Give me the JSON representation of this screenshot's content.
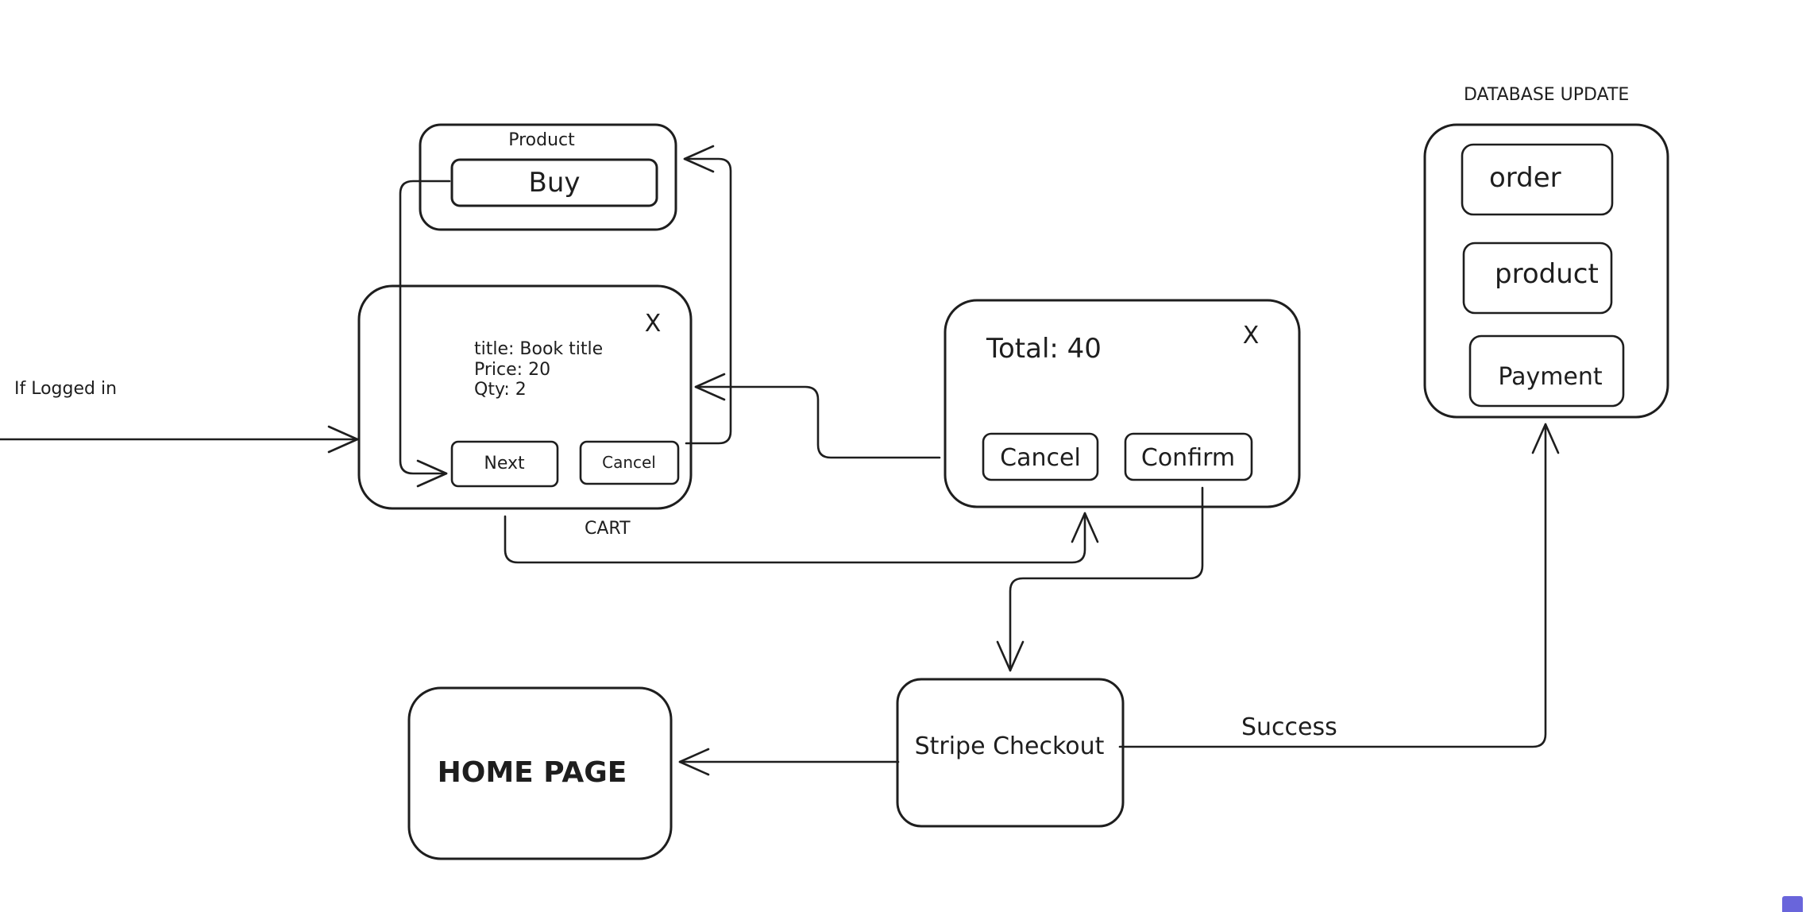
{
  "labels": {
    "if_logged_in": "If Logged in",
    "cart_caption": "CART",
    "database_update": "DATABASE UPDATE",
    "success": "Success"
  },
  "product_card": {
    "title": "Product",
    "buy_button": "Buy"
  },
  "cart_card": {
    "close": "X",
    "title_line": "title: Book title",
    "price_line": "Price: 20",
    "qty_line": "Qty: 2",
    "next_button": "Next",
    "cancel_button": "Cancel"
  },
  "checkout_card": {
    "total": "Total: 40",
    "close": "X",
    "cancel_button": "Cancel",
    "confirm_button": "Confirm"
  },
  "stripe_box": {
    "label": "Stripe Checkout"
  },
  "home_box": {
    "label": "HOME PAGE"
  },
  "database_box": {
    "items": [
      "order",
      "product",
      "Payment"
    ]
  },
  "colors": {
    "stroke": "#1e1e1e",
    "background": "#ffffff",
    "badge": "#6965db"
  }
}
